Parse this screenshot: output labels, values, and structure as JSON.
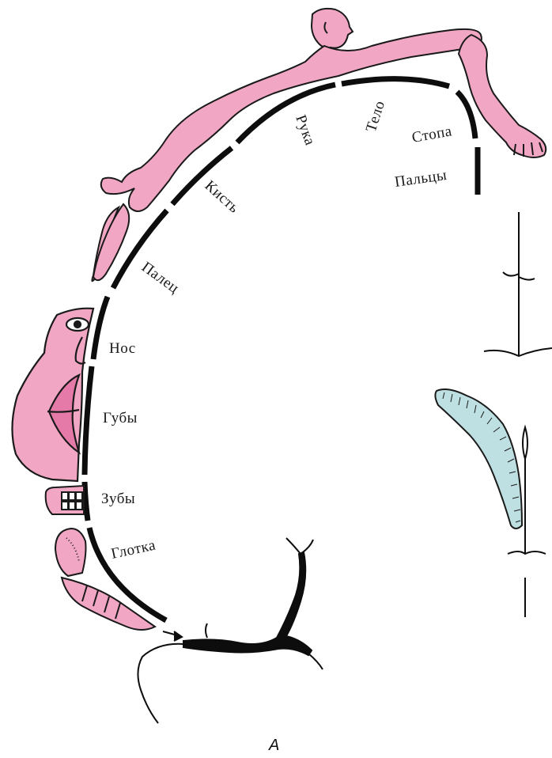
{
  "colors": {
    "body_fill": "#f1a7c4",
    "body_stroke": "#1a1a1a",
    "ventricle_fill": "#bfe0e2",
    "cortex_band": "#0d0d0d",
    "background": "#ffffff"
  },
  "diagram": {
    "labels": {
      "stopa": "Стопа",
      "paltsy": "Пальцы",
      "telo": "Тело",
      "ruka": "Рука",
      "kist": "Кисть",
      "palets": "Палец",
      "nos": "Нос",
      "guby": "Губы",
      "zuby": "Зубы",
      "glotka": "Глотка"
    },
    "caption": "А"
  }
}
